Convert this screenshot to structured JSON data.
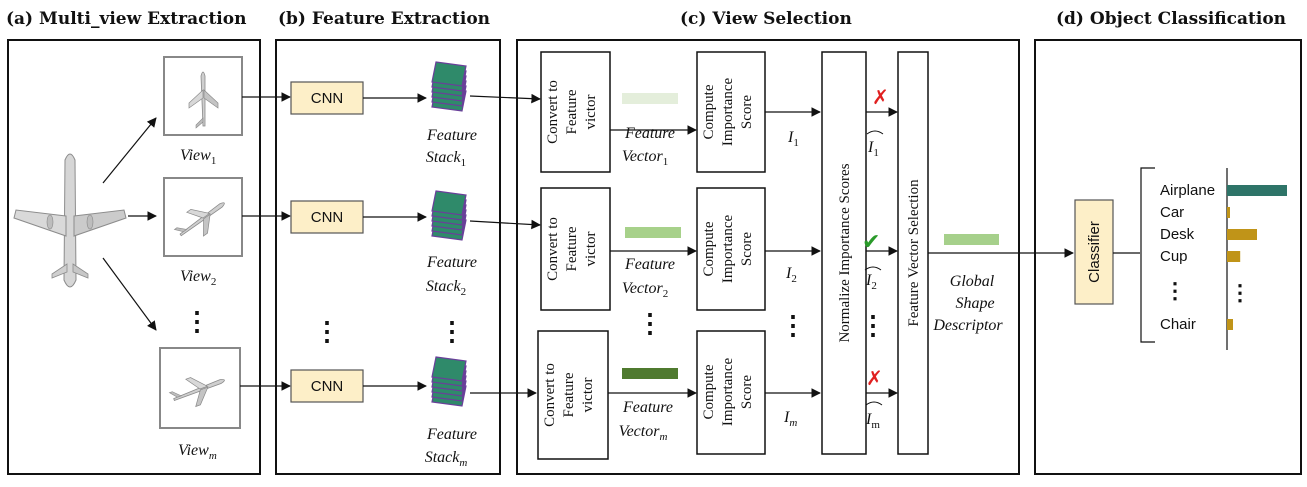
{
  "sections": {
    "a": "(a) Multi_view Extraction",
    "b": "(b) Feature Extraction",
    "c": "(c) View Selection",
    "d": "(d) Object Classification"
  },
  "views": [
    {
      "base": "View",
      "sub": "1"
    },
    {
      "base": "View",
      "sub": "2"
    },
    {
      "base": "View",
      "sub": "m"
    }
  ],
  "cnn_label": "CNN",
  "feature_stack": {
    "line1": "Feature",
    "base": "Stack",
    "subs": [
      "1",
      "2",
      "m"
    ]
  },
  "convert_label": [
    "Convert to",
    "Feature",
    "victor"
  ],
  "feature_vector": {
    "line1": "Feature",
    "base": "Vector",
    "subs": [
      "1",
      "2",
      "m"
    ]
  },
  "compute_label": [
    "Compute",
    "Importance",
    "Score"
  ],
  "importance": {
    "base": "I",
    "subs": [
      "1",
      "2",
      "m"
    ]
  },
  "normalize_label": "Normalize Importance Scores",
  "selection_label": "Feature Vector Selection",
  "global_descriptor": [
    "Global",
    "Shape",
    "Descriptor"
  ],
  "classifier_label": "Classifier",
  "marks": {
    "cross": "✗",
    "check": "✔"
  },
  "dots": "⋮",
  "vector_colors": [
    "#e4eedb",
    "#a7d18a",
    "#4f7a2f",
    "#a6d08b"
  ],
  "class_bar_colors": {
    "top": "#2e7468",
    "other": "#c09418"
  },
  "chart_data": {
    "type": "bar",
    "orientation": "horizontal",
    "categories": [
      "Airplane",
      "Car",
      "Desk",
      "Cup",
      "Chair"
    ],
    "values": [
      1.0,
      0.05,
      0.5,
      0.22,
      0.1
    ],
    "gap_after_index": 3
  }
}
